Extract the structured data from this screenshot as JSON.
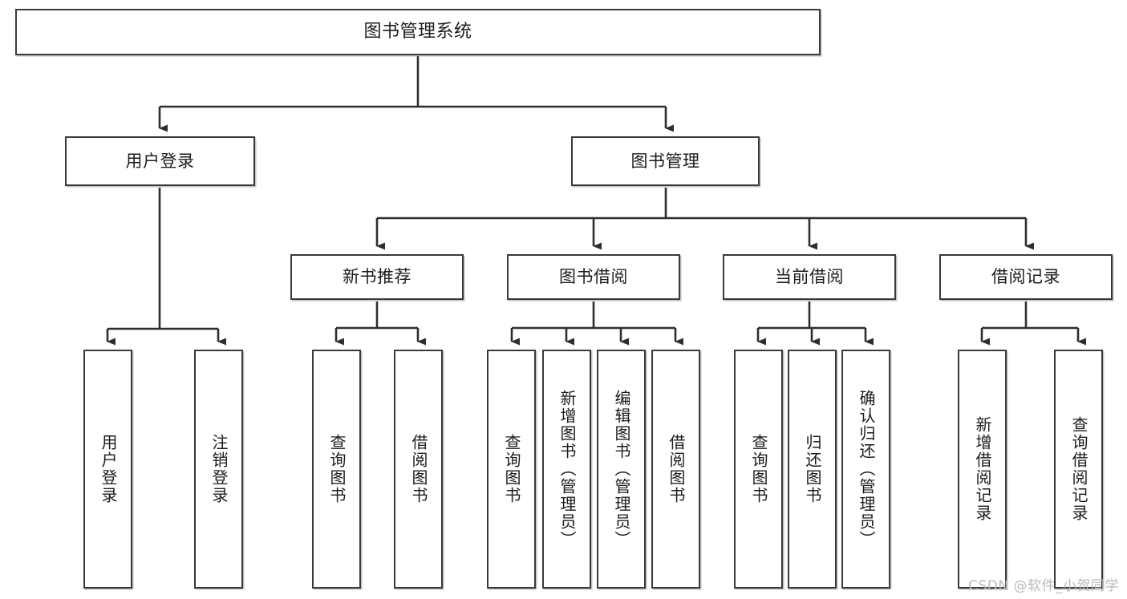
{
  "diagram": {
    "title": "图书管理系统",
    "type": "tree-hierarchy",
    "root": {
      "label": "图书管理系统"
    },
    "level2": [
      {
        "label": "用户登录"
      },
      {
        "label": "图书管理"
      }
    ],
    "level3": [
      {
        "label": "新书推荐"
      },
      {
        "label": "图书借阅"
      },
      {
        "label": "当前借阅"
      },
      {
        "label": "借阅记录"
      }
    ],
    "leaves": {
      "user_login": [
        {
          "label": "用户登录"
        },
        {
          "label": "注销登录"
        }
      ],
      "new_book_recommend": [
        {
          "label": "查询图书"
        },
        {
          "label": "借阅图书"
        }
      ],
      "book_borrow": [
        {
          "label": "查询图书"
        },
        {
          "label": "新增图书（管理员）"
        },
        {
          "label": "编辑图书（管理员）"
        },
        {
          "label": "借阅图书"
        }
      ],
      "current_borrow": [
        {
          "label": "查询图书"
        },
        {
          "label": "归还图书"
        },
        {
          "label": "确认归还（管理员）"
        }
      ],
      "borrow_record": [
        {
          "label": "新增借阅记录"
        },
        {
          "label": "查询借阅记录"
        }
      ]
    }
  },
  "watermark": {
    "text": "CSDN @软件_小贺同学"
  },
  "colors": {
    "border": "#3a3a3a",
    "background": "#ffffff",
    "text": "#1c1c1c",
    "watermark": "#b9b9b9"
  }
}
